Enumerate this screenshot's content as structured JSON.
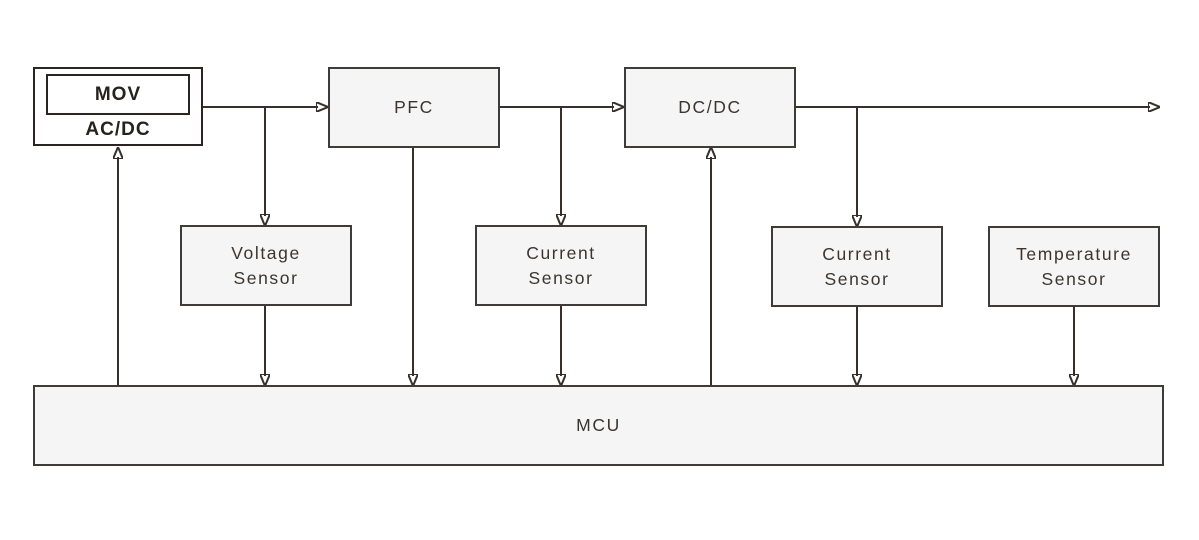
{
  "colors": {
    "bg": "#ffffff",
    "box-fill": "#f5f5f5",
    "box-border": "#3f3b38",
    "acdc-fill": "#ffffff",
    "acdc-border": "#2a2522",
    "line": "#362f2b",
    "text": "#3a3530"
  },
  "blocks": {
    "mov": {
      "label": "MOV"
    },
    "acdc": {
      "label": "AC/DC"
    },
    "pfc": {
      "label": "PFC"
    },
    "dcdc": {
      "label": "DC/DC"
    },
    "voltage_sensor": {
      "line1": "Voltage",
      "line2": "Sensor"
    },
    "current_sensor_in": {
      "line1": "Current",
      "line2": "Sensor"
    },
    "current_sensor_out": {
      "line1": "Current",
      "line2": "Sensor"
    },
    "temperature_sensor": {
      "line1": "Temperature",
      "line2": "Sensor"
    },
    "mcu": {
      "label": "MCU"
    }
  },
  "connections": [
    {
      "from": "AC/DC",
      "to": "PFC",
      "direction": "right"
    },
    {
      "from": "AC/DC-PFC line",
      "to": "Voltage Sensor",
      "direction": "down"
    },
    {
      "from": "PFC",
      "to": "DC/DC",
      "direction": "right"
    },
    {
      "from": "PFC-DC/DC line",
      "to": "Current Sensor",
      "direction": "down"
    },
    {
      "from": "DC/DC",
      "to": "output (right edge)",
      "direction": "right"
    },
    {
      "from": "DC/DC output line",
      "to": "Current Sensor",
      "direction": "down"
    },
    {
      "from": "PFC",
      "to": "MCU",
      "direction": "down"
    },
    {
      "from": "Voltage Sensor",
      "to": "MCU",
      "direction": "down"
    },
    {
      "from": "Current Sensor (input side)",
      "to": "MCU",
      "direction": "down"
    },
    {
      "from": "Current Sensor (output side)",
      "to": "MCU",
      "direction": "down"
    },
    {
      "from": "Temperature Sensor",
      "to": "MCU",
      "direction": "down"
    },
    {
      "from": "MCU",
      "to": "AC/DC",
      "direction": "up"
    },
    {
      "from": "MCU",
      "to": "DC/DC",
      "direction": "up"
    }
  ]
}
